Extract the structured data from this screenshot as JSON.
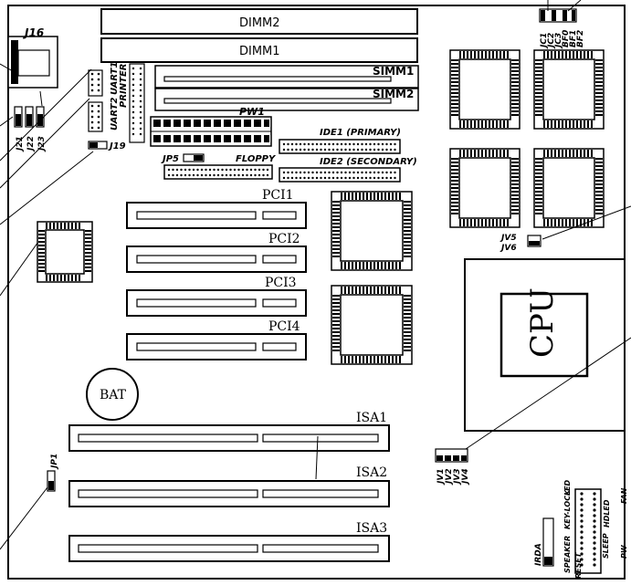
{
  "labels": {
    "dimm2": "DIMM2",
    "dimm1": "DIMM1",
    "simm1": "SIMM1",
    "simm2": "SIMM2",
    "j16": "J16",
    "uart1": "UART1",
    "uart2": "UART2",
    "printer": "PRINTER",
    "pw1": "PW1",
    "jp5": "JP5",
    "floppy": "FLOPPY",
    "ide1": "IDE1 (PRIMARY)",
    "ide2": "IDE2 (SECONDARY)",
    "j19": "J19",
    "j21": "J21",
    "j22": "J22",
    "j23": "J23",
    "jc1": "JC1",
    "jc2": "JC2",
    "jc3": "JC3",
    "bf0": "BF0",
    "bf1": "BF1",
    "bf2": "BF2",
    "pci1": "PCI1",
    "pci2": "PCI2",
    "pci3": "PCI3",
    "pci4": "PCI4",
    "jv5": "JV5",
    "jv6": "JV6",
    "cpu": "CPU",
    "bat": "BAT",
    "isa1": "ISA1",
    "isa2": "ISA2",
    "isa3": "ISA3",
    "jp1": "JP1",
    "jv1": "JV1",
    "jv2": "JV2",
    "jv3": "JV3",
    "jv4": "JV4",
    "irda": "IRDA",
    "speaker": "SPEAKER",
    "key_lock": "KEY-LOCK",
    "led": "LED",
    "fan": "FAN",
    "hdled": "HDLED",
    "reset": "RESET",
    "sleep": "SLEEP",
    "pw": "PW"
  }
}
